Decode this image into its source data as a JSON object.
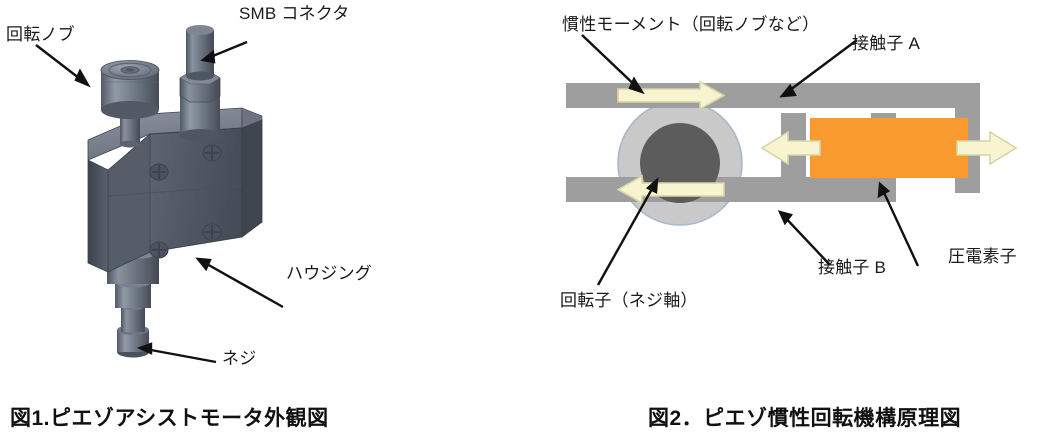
{
  "figure1": {
    "caption": "図1.ピエゾアシストモータ外観図",
    "labels": {
      "knob": "回転ノブ",
      "connector": "SMB コネクタ",
      "housing": "ハウジング",
      "screw": "ネジ"
    },
    "parts": {
      "knob": "rotation-knob",
      "connector": "smb-connector",
      "housing": "housing-body",
      "screw": "screw-shaft"
    }
  },
  "figure2": {
    "caption": "図2．ピエゾ慣性回転機構原理図",
    "labels": {
      "inertia": "慣性モーメント（回転ノブなど）",
      "contact_a": "接触子 A",
      "contact_b": "接触子 B",
      "piezo": "圧電素子",
      "rotor": "回転子（ネジ軸）"
    },
    "colors": {
      "bar_gray": "#9e9e9e",
      "piezo_orange": "#f89a2e",
      "inertia_disc": "#c8c8c8",
      "inertia_ring": "#a8b8cc",
      "rotor_dark": "#5c5c5c",
      "arrow_fill": "#f7f4cf",
      "arrow_stroke": "#d8d4a8",
      "text": "#1a1a1a"
    },
    "arrows": {
      "top": "right",
      "bottom": "left",
      "piezo_left": "left",
      "piezo_right": "right"
    }
  }
}
